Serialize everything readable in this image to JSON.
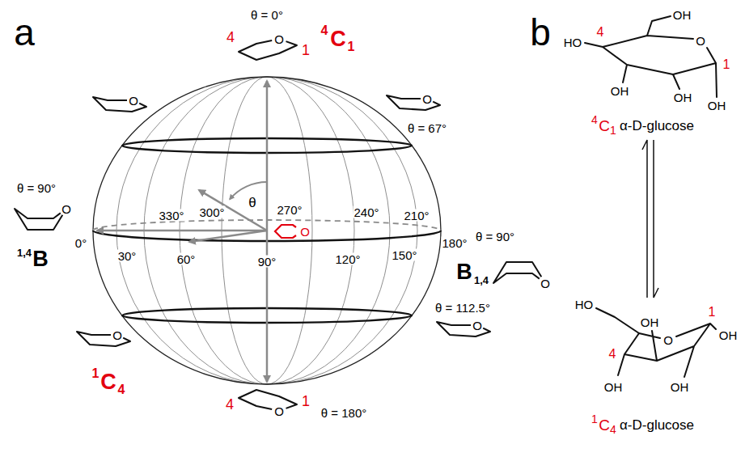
{
  "diagram": {
    "labels": [
      "a",
      "θ = 0°",
      "4",
      "O",
      "1",
      "4",
      "C",
      "1",
      "O",
      "O",
      "θ = 67°",
      "θ = 90°",
      "O",
      "1,4",
      "B",
      "θ",
      "330°",
      "300°",
      "270°",
      "240°",
      "210°",
      "O",
      "θ = 90°",
      "B",
      "1,4",
      "O",
      "0°",
      "30°",
      "60°",
      "90°",
      "120°",
      "150°",
      "180°",
      "O",
      "θ = 112.5°",
      "O",
      "1",
      "C",
      "4",
      "1",
      "4",
      "O",
      "θ = 180°",
      "b",
      "OH",
      "HO",
      "4",
      "O",
      "OH",
      "OH",
      "1",
      "OH",
      "4",
      "C",
      "1",
      "α-D-glucose",
      "HO",
      "OH",
      "O",
      "1",
      "OH",
      "4",
      "OH",
      "OH",
      "1",
      "C",
      "4",
      "α-D-glucose"
    ]
  }
}
